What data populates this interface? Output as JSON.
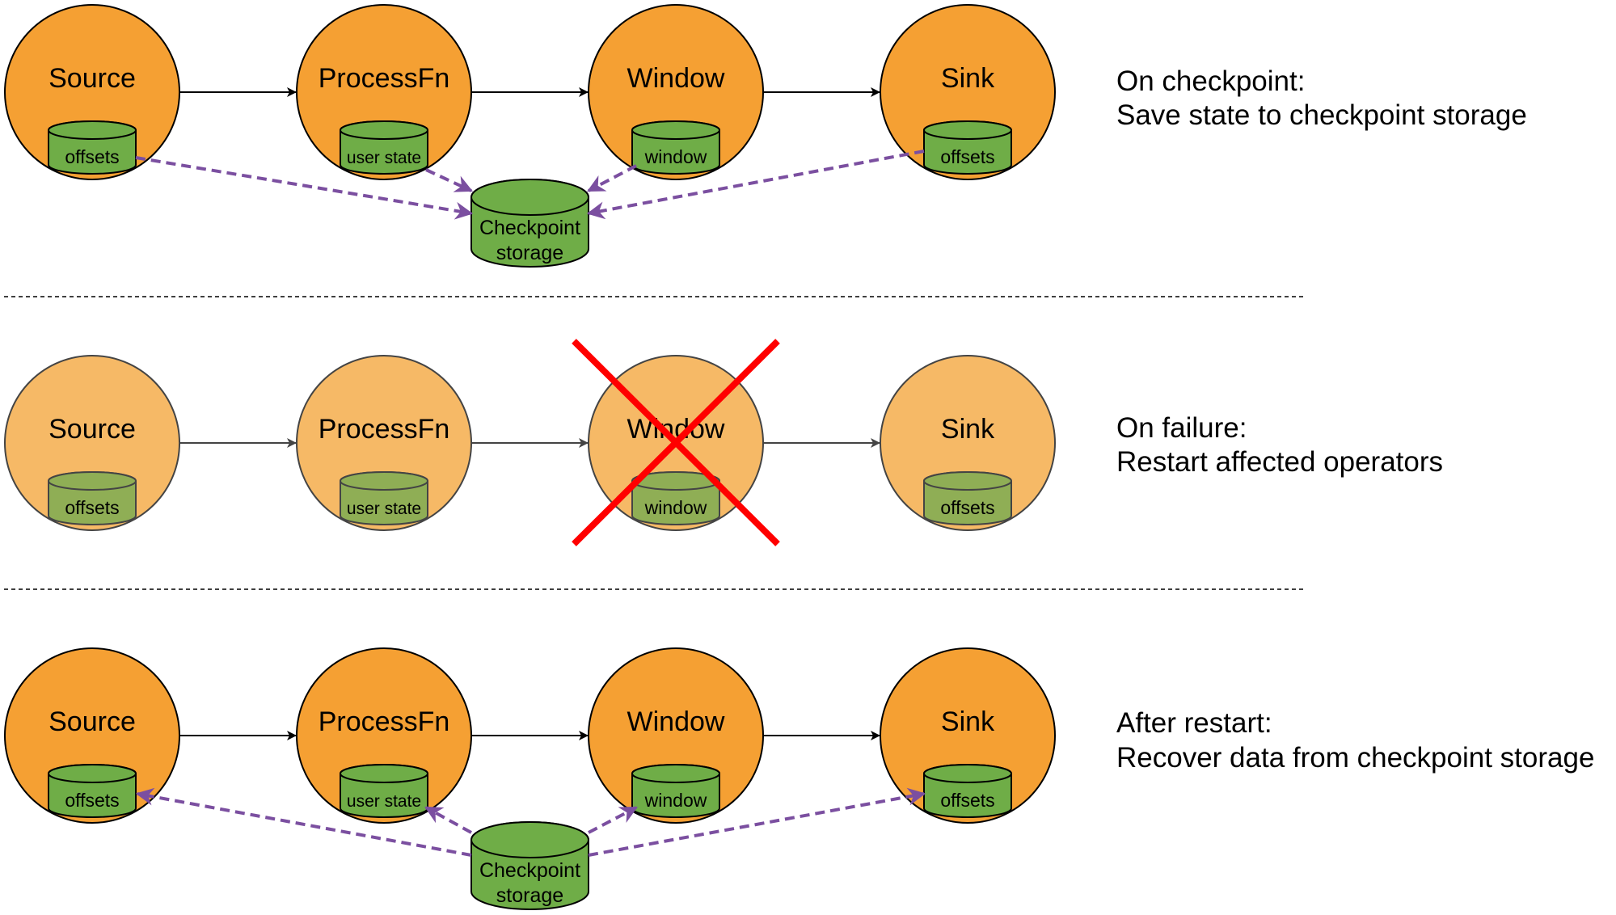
{
  "colors": {
    "operator_fill": "#F5A033",
    "operator_fill_faded": "#F6B966",
    "state_fill": "#6FAD47",
    "state_fill_faded": "#8FAE55",
    "outline": "#000000",
    "outline_faded": "#444444",
    "restore_arrow": "#7B4FA0",
    "failure_mark": "#FF0000"
  },
  "operators": [
    {
      "name": "Source",
      "state": "offsets"
    },
    {
      "name": "ProcessFn",
      "state": "user state"
    },
    {
      "name": "Window",
      "state": "window"
    },
    {
      "name": "Sink",
      "state": "offsets"
    }
  ],
  "checkpoint_storage": {
    "line1": "Checkpoint",
    "line2": "storage"
  },
  "rows": [
    {
      "id": "checkpoint",
      "faded": false,
      "storage_arrows": "to-storage",
      "failed_operator": null,
      "caption": {
        "title": "On checkpoint:",
        "text": "Save state to checkpoint storage"
      }
    },
    {
      "id": "failure",
      "faded": true,
      "storage_arrows": "none",
      "failed_operator": "Window",
      "caption": {
        "title": "On failure:",
        "text": "Restart affected operators"
      }
    },
    {
      "id": "restart",
      "faded": false,
      "storage_arrows": "from-storage",
      "failed_operator": null,
      "caption": {
        "title": "After restart:",
        "text": "Recover data from checkpoint storage"
      }
    }
  ]
}
